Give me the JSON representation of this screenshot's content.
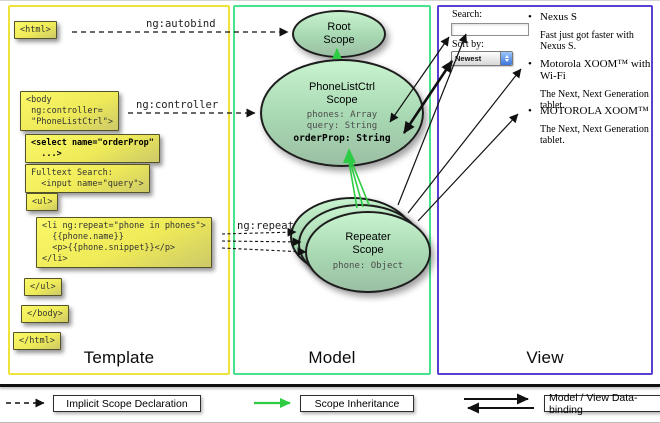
{
  "template_panel": {
    "title": "Template",
    "boxes": {
      "html_open": "<html>",
      "body_open": "<body\n ng:controller=\n \"PhoneListCtrl\">",
      "select": "<select name=\"orderProp\"\n  ...>",
      "fulltext": "Fulltext Search:\n  <input name=\"query\">",
      "ul_open": "<ul>",
      "li_repeat": "<li ng:repeat=\"phone in phones\">\n  {{phone.name}}\n  <p>{{phone.snippet}}</p>\n</li>",
      "ul_close": "</ul>",
      "body_close": "</body>",
      "html_close": "</html>"
    }
  },
  "model_panel": {
    "title": "Model",
    "root_scope": {
      "line1": "Root",
      "line2": "Scope"
    },
    "phonelistctrl_scope": {
      "line1": "PhoneListCtrl",
      "line2": "Scope",
      "props": [
        "phones: Array",
        "query: String"
      ],
      "bold_prop": "orderProp: String"
    },
    "repeater_scope": {
      "line1": "Repeater",
      "line2": "Scope",
      "prop": "phone: Object"
    }
  },
  "view_panel": {
    "title": "View",
    "search_label": "Search:",
    "sort_label": "Sort by:",
    "sort_value": "Newest",
    "bullet": "•",
    "items": [
      {
        "name": "Nexus S",
        "desc": "Fast just got faster with Nexus S."
      },
      {
        "name": "Motorola XOOM™ with Wi-Fi",
        "desc": "The Next, Next Generation tablet."
      },
      {
        "name": "MOTOROLA XOOM™",
        "desc": "The Next, Next Generation tablet."
      }
    ]
  },
  "arrow_labels": {
    "autobind": "ng:autobind",
    "controller": "ng:controller",
    "repeat": "ng:repeat"
  },
  "legend": {
    "implicit": "Implicit Scope Declaration",
    "inheritance": "Scope Inheritance",
    "binding": "Model / View Data-binding"
  },
  "colors": {
    "template_border": "#efe33b",
    "model_border": "#4ae28d",
    "view_border": "#5b3ed2",
    "scope_green": "#2ecc44",
    "box_yellow": "#f5f160"
  }
}
